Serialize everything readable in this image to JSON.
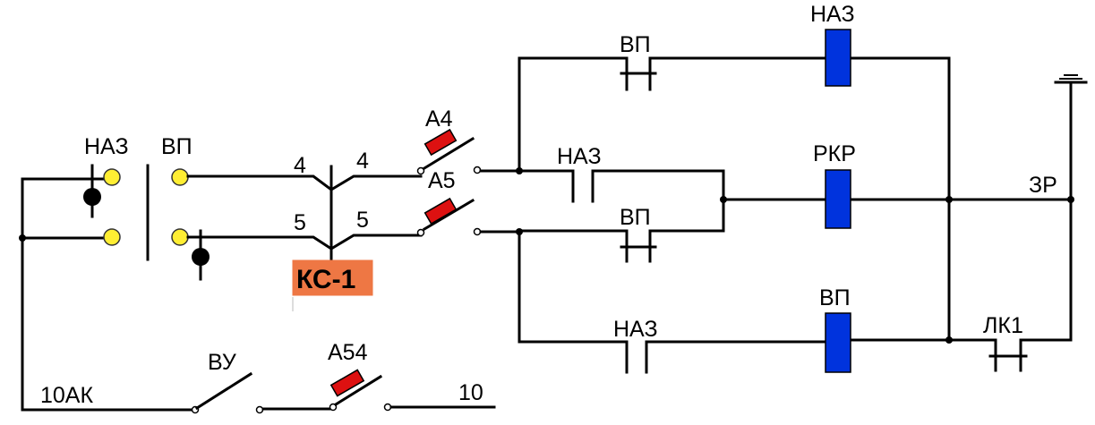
{
  "labels": {
    "naz_left": "НАЗ",
    "vp_left": "ВП",
    "wire4_a": "4",
    "wire4_b": "4",
    "wire5_a": "5",
    "wire5_b": "5",
    "a4": "А4",
    "a5": "А5",
    "ks": "КС-1",
    "vu": "ВУ",
    "a54": "А54",
    "wire10ak": "10АК",
    "wire10": "10",
    "vp_top": "ВП",
    "naz_top": "НАЗ",
    "naz_mid": "НАЗ",
    "rkr": "РКР",
    "zr": "ЗР",
    "vp_mid": "ВП",
    "naz_bot": "НАЗ",
    "vp_bot": "ВП",
    "lk1": "ЛК1"
  },
  "colors": {
    "coil": "#0033dd",
    "resistor": "#dd1111",
    "terminal": "#ffee33",
    "ks_box": "#ee7744",
    "wire": "#000000"
  }
}
